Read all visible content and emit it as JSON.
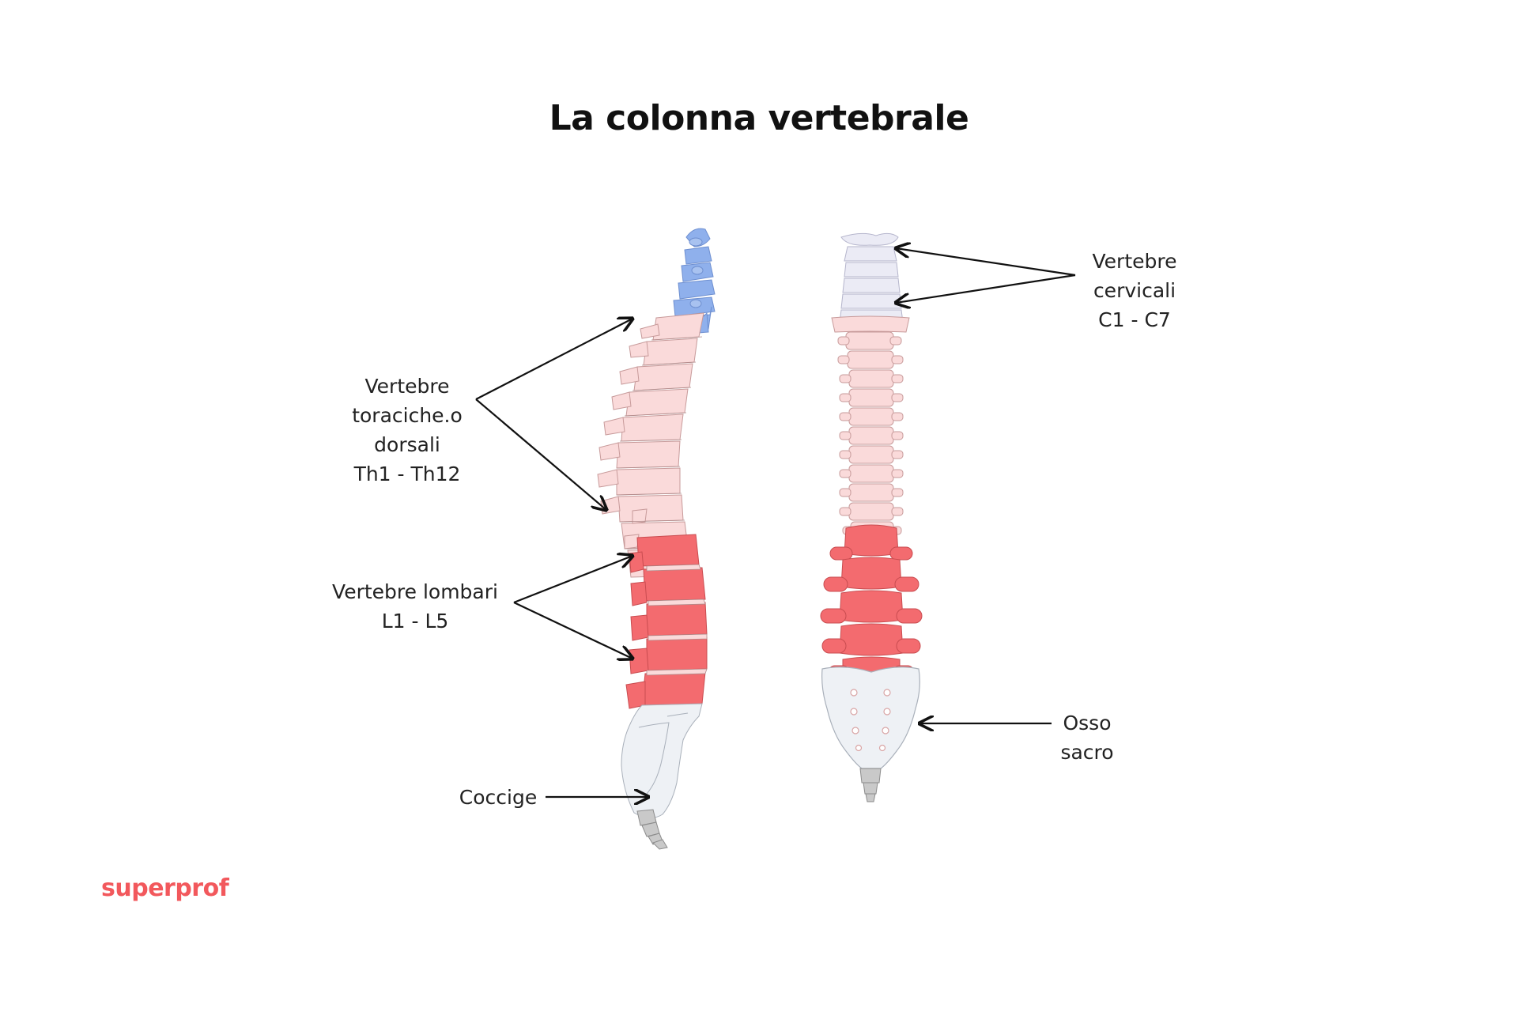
{
  "title": "La colonna vertebrale",
  "labels": {
    "thoracic": [
      "Vertebre",
      "toraciche.o",
      "dorsali",
      "Th1 - Th12"
    ],
    "lumbar": [
      "Vertebre lombari",
      "L1 - L5"
    ],
    "coccyx": "Coccige",
    "cervical": [
      "Vertebre",
      "cervicali",
      "C1 - C7"
    ],
    "sacrum": [
      "Osso",
      "sacro"
    ]
  },
  "brand": "superprof",
  "colors": {
    "cervical_side": "#8fb0ec",
    "cervical_front": "#ebebf5",
    "thoracic": "#fadada",
    "lumbar": "#f36b6f",
    "sacrum": "#eef1f5",
    "coccyx": "#c9c9c9",
    "outline": "#b08a8a"
  }
}
